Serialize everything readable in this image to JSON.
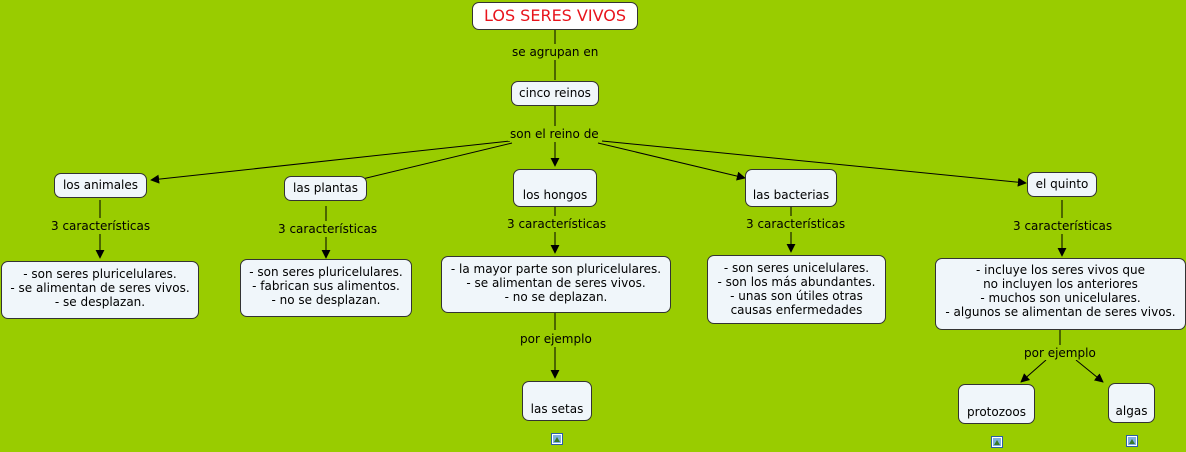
{
  "title": "LOS SERES VIVOS",
  "links": {
    "se_agrupan_en": "se agrupan en",
    "son_el_reino_de": "son el reino de",
    "tres_caracteristicas": "3 características",
    "por_ejemplo": "por ejemplo"
  },
  "nodes": {
    "cinco_reinos": "cinco reinos",
    "animales": "los animales",
    "plantas": "las plantas",
    "hongos": "los hongos",
    "bacterias": "las bacterias",
    "quinto": "el quinto",
    "animales_car": "- son seres pluricelulares.\n- se alimentan de seres vivos.\n- se desplazan.",
    "plantas_car": "- son seres pluricelulares.\n- fabrican sus alimentos.\n- no se desplazan.",
    "hongos_car": "- la mayor parte son pluricelulares.\n- se alimentan de seres vivos.\n- no se deplazan.",
    "bacterias_car": "- son seres unicelulares.\n- son los más abundantes.\n- unas son útiles otras\ncausas enfermedades",
    "quinto_car": "- incluye los seres vivos que\nno incluyen los anteriores\n- muchos son unicelulares.\n- algunos se alimentan de seres vivos.",
    "setas": "las setas",
    "protozoos": "protozoos",
    "algas": "algas"
  },
  "icons": {
    "image": "image-icon"
  },
  "colors": {
    "background": "#99cc00",
    "title_text": "#e8141c",
    "node_fill": "#f0f6fa"
  }
}
